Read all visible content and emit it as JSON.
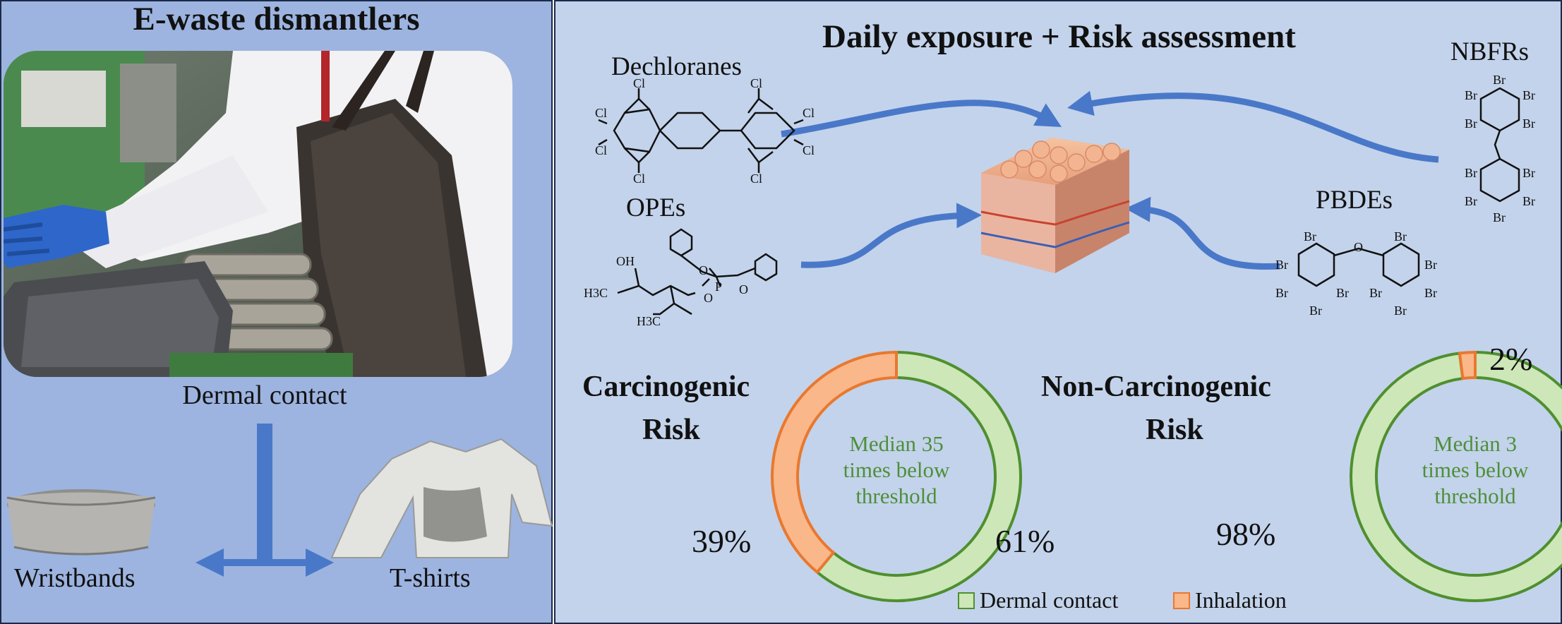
{
  "left": {
    "title": "E-waste dismantlers",
    "photo_caption": "Dermal contact",
    "sampler_left": "Wristbands",
    "sampler_right": "T-shirts"
  },
  "right": {
    "title": "Daily exposure + Risk assessment",
    "chemicals": {
      "dechloranes": "Dechloranes",
      "opes": "OPEs",
      "nbfrs": "NBFRs",
      "pbdes": "PBDEs"
    },
    "atoms": {
      "cl": "Cl",
      "br": "Br",
      "o": "O",
      "p": "P",
      "oh": "OH",
      "h3c": "H3C"
    }
  },
  "risk": {
    "carcinogenic": {
      "title_line1": "Carcinogenic",
      "title_line2": "Risk",
      "center_line1": "Median 35",
      "center_line2": "times below",
      "center_line3": "threshold",
      "label_inhalation": "39%",
      "label_dermal": "61%"
    },
    "non_carcinogenic": {
      "title_line1": "Non-Carcinogenic",
      "title_line2": "Risk",
      "center_line1": "Median 3",
      "center_line2": "times below",
      "center_line3": "threshold",
      "label_inhalation": "2%",
      "label_dermal": "98%"
    },
    "legend": {
      "dermal": "Dermal contact",
      "inhalation": "Inhalation"
    }
  },
  "chart_data": [
    {
      "type": "pie",
      "title": "Carcinogenic Risk",
      "categories": [
        "Dermal contact",
        "Inhalation"
      ],
      "values": [
        61,
        39
      ]
    },
    {
      "type": "pie",
      "title": "Non-Carcinogenic Risk",
      "categories": [
        "Dermal contact",
        "Inhalation"
      ],
      "values": [
        98,
        2
      ]
    }
  ],
  "colors": {
    "left_bg": "#9db4e0",
    "right_bg": "#c3d3eb",
    "arrow_blue": "#4a78c9",
    "dermal_fill": "#cde7b8",
    "dermal_stroke": "#4f8f2f",
    "inhalation_fill": "#f9b78a",
    "inhalation_stroke": "#e9782e",
    "center_text": "#4e8f3a"
  }
}
